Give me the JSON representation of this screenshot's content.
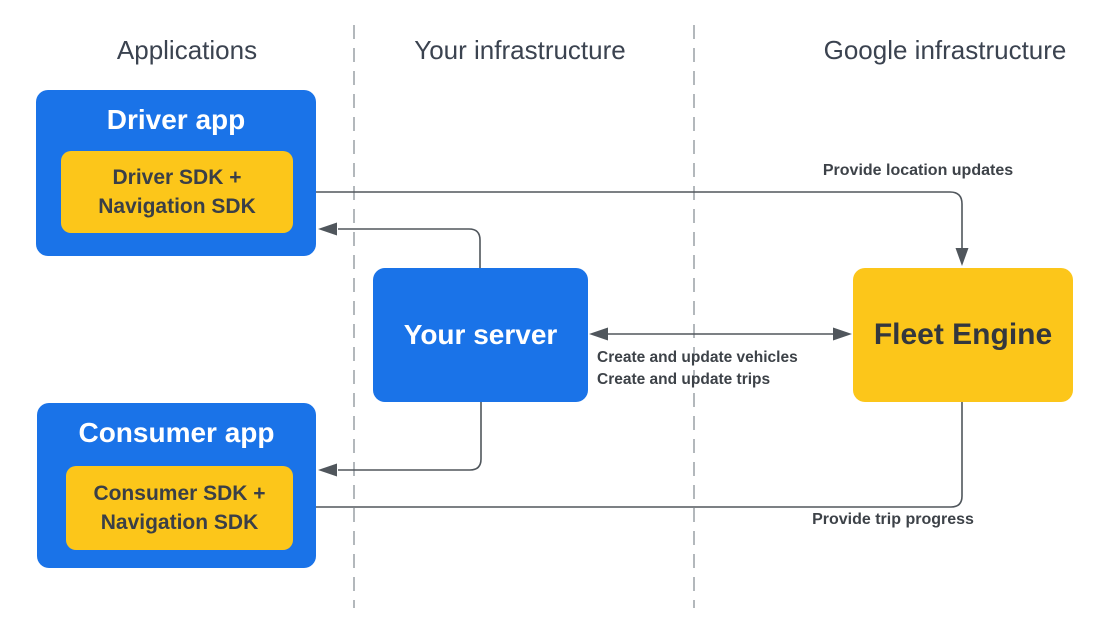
{
  "theme": {
    "blue": "#1a73e8",
    "yellow": "#fcc61a",
    "box_text_light": "#ffffff",
    "box_text_dark": "#33373e",
    "sdk_text": "#3a3f47",
    "header_text": "#3b4350",
    "label_text": "#3d4248",
    "line": "#50565c",
    "dash": "#9aa0a6",
    "background": "#ffffff"
  },
  "columns": [
    {
      "label": "Applications"
    },
    {
      "label": "Your infrastructure"
    },
    {
      "label": "Google infrastructure"
    }
  ],
  "nodes": {
    "driver_app": {
      "title": "Driver app",
      "sdk_label": "Driver SDK + Navigation SDK"
    },
    "your_server": {
      "title": "Your server"
    },
    "fleet_engine": {
      "title": "Fleet Engine"
    },
    "consumer_app": {
      "title": "Consumer app",
      "sdk_label": "Consumer SDK + Navigation SDK"
    }
  },
  "edges": {
    "provide_location_updates": {
      "label": "Provide location updates",
      "from": "Driver SDK + Navigation SDK",
      "to": "Fleet Engine",
      "direction": "one-way"
    },
    "server_to_driver_app": {
      "label": "",
      "from": "Your server",
      "to": "Driver app",
      "direction": "one-way"
    },
    "server_fleet_engine": {
      "labels": [
        "Create and update vehicles",
        "Create and update trips"
      ],
      "from": "Your server",
      "to": "Fleet Engine",
      "direction": "two-way"
    },
    "server_to_consumer_app": {
      "label": "",
      "from": "Your server",
      "to": "Consumer app",
      "direction": "one-way"
    },
    "provide_trip_progress": {
      "label": "Provide trip progress",
      "from": "Fleet Engine",
      "to": "Consumer SDK + Navigation SDK",
      "direction": "one-way"
    }
  }
}
